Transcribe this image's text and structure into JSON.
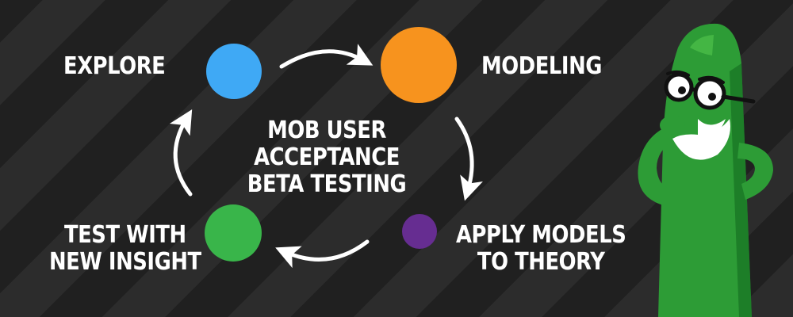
{
  "diagram": {
    "center": {
      "lines": [
        "MOB USER",
        "ACCEPTANCE",
        "BETA TESTING"
      ]
    },
    "stages": [
      {
        "id": "explore",
        "lines": [
          "EXPLORE"
        ],
        "color": "#3fa9f5"
      },
      {
        "id": "modeling",
        "lines": [
          "MODELING"
        ],
        "color": "#f7931e"
      },
      {
        "id": "apply",
        "lines": [
          "APPLY MODELS",
          "TO THEORY"
        ],
        "color": "#662d91"
      },
      {
        "id": "test",
        "lines": [
          "TEST WITH",
          "NEW INSIGHT"
        ],
        "color": "#39b54a"
      }
    ],
    "arrow_color": "#ffffff",
    "mascot_icon": "green-cucumber-mascot-with-glasses"
  },
  "colors": {
    "background_stripe_light": "#2c2c2c",
    "background_stripe_dark": "#202020",
    "mascot_green": "#2d9c36",
    "mascot_dark_green": "#136b1f"
  }
}
